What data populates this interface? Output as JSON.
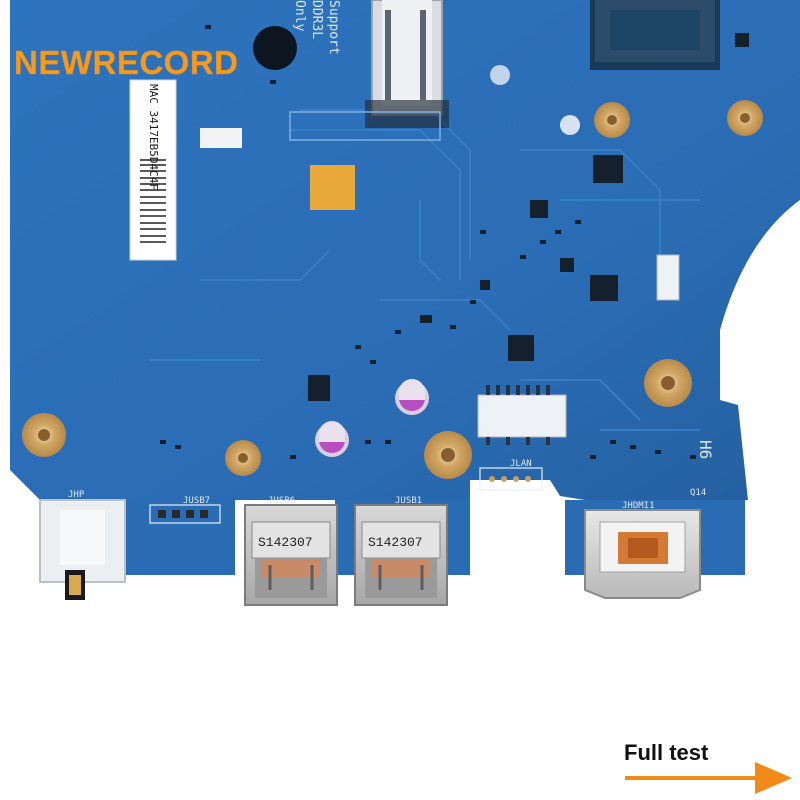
{
  "watermark": {
    "brand": "NEWRECORD"
  },
  "callout": {
    "label": "Full test"
  },
  "board": {
    "ram_slot_text": [
      "Support",
      "DDR3L",
      "Only"
    ],
    "mac_label": "MAC 3417EB5D4C4F",
    "usb_port_codes": [
      "S142307",
      "S142307"
    ],
    "connector_labels": {
      "jhp": "JHP",
      "jusb7": "JUSB7",
      "jusb6": "JUSB6",
      "jusb1": "JUSB1",
      "jlan": "JLAN",
      "jhdmi1": "JHDMI1",
      "q14": "Q14",
      "h6": "H6"
    }
  },
  "colors": {
    "pcb": "#2a6fb8",
    "pcb_dark": "#1d5798",
    "brand": "#f39a1f",
    "arrow": "#f28a1a",
    "pad_copper": "#c9a064"
  }
}
